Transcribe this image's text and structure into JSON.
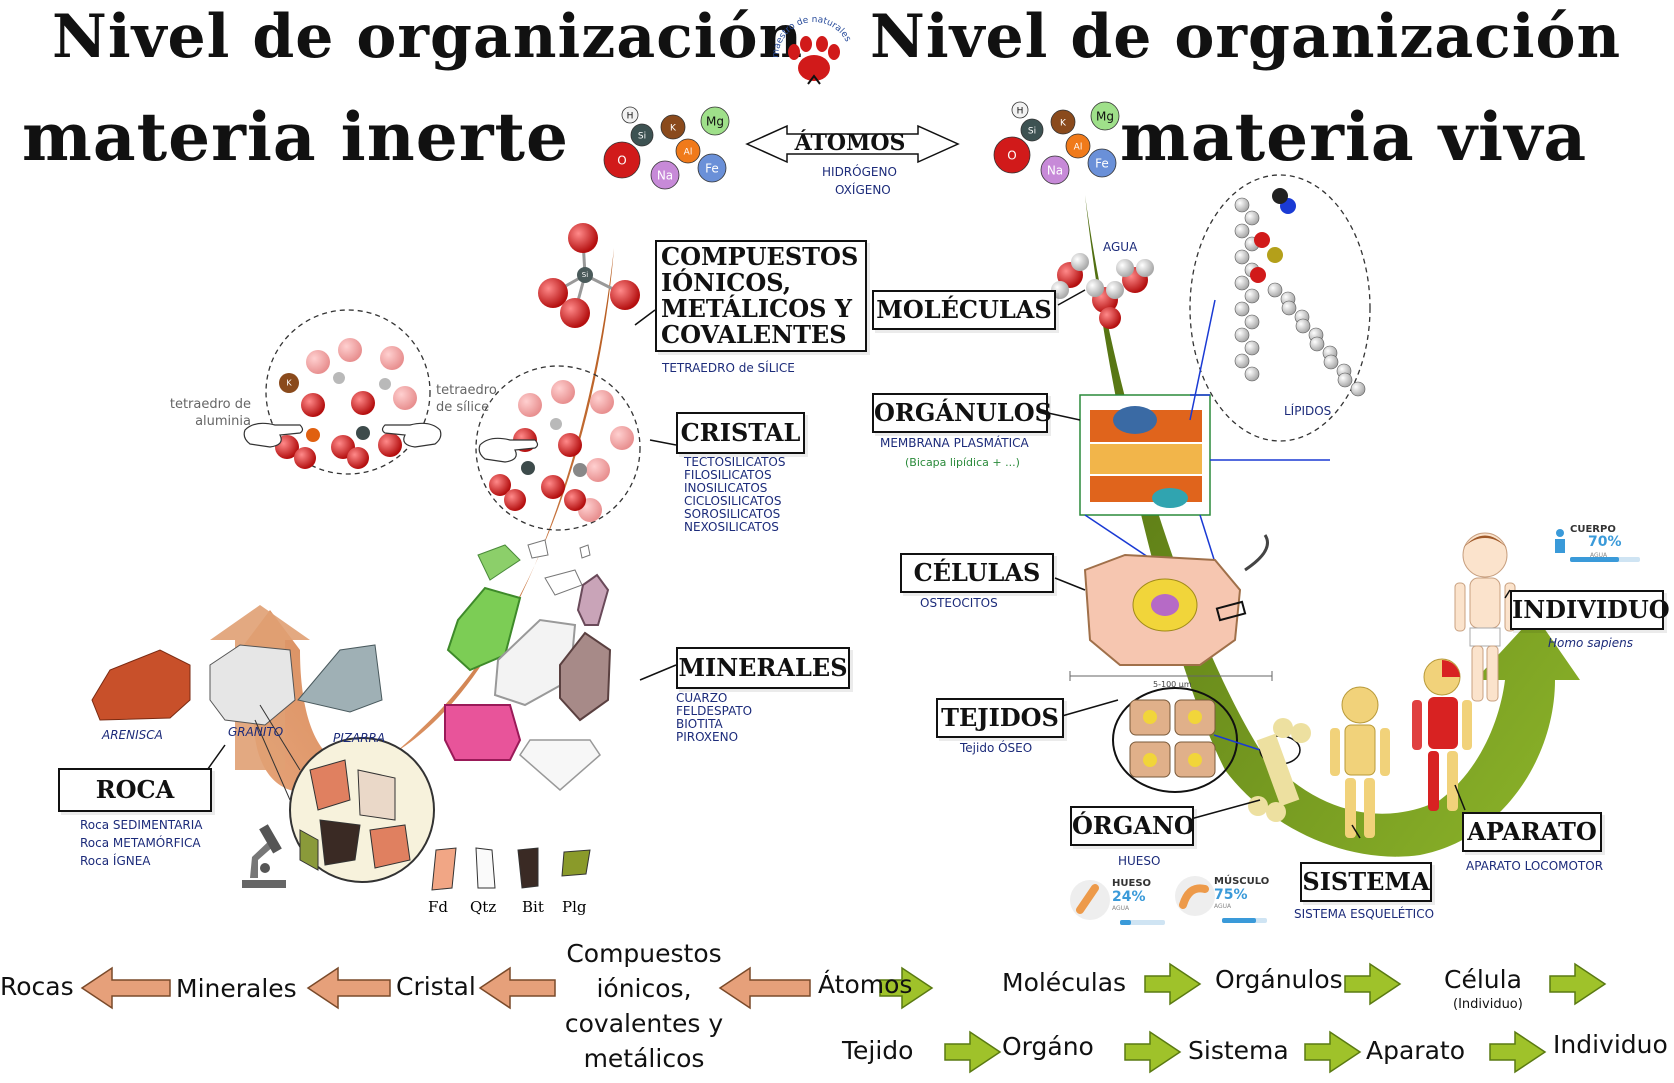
{
  "titles": {
    "left_line1": "Nivel de organización",
    "left_line2": "materia inerte",
    "right_line1": "Nivel de organización",
    "right_line2": "materia viva"
  },
  "logo_text": "maestro de naturales",
  "atoms": {
    "label": "ÁTOMOS",
    "sub1": "HIDRÓGENO",
    "sub2": "OXÍGENO",
    "symbols": [
      "H",
      "Si",
      "K",
      "Mg",
      "O",
      "Al",
      "Na",
      "Fe"
    ]
  },
  "inert": {
    "compuestos": {
      "label": "COMPUESTOS IÓNICOS, METÁLICOS Y COVALENTES",
      "sub": "TETRAEDRO de SÍLICE"
    },
    "cristal": {
      "label": "CRISTAL",
      "subs": [
        "TECTOSILICATOS",
        "FILOSILICATOS",
        "INOSILICATOS",
        "CICLOSILICATOS",
        "SOROSILICATOS",
        "NEXOSILICATOS"
      ]
    },
    "minerales": {
      "label": "MINERALES",
      "subs": [
        "CUARZO",
        "FELDESPATO",
        "BIOTITA",
        "PIROXENO"
      ]
    },
    "roca": {
      "label": "ROCA",
      "subs": [
        "Roca SEDIMENTARIA",
        "Roca METAMÓRFICA",
        "Roca ÍGNEA"
      ]
    },
    "rock_names": [
      "ARENISCA",
      "GRANITO",
      "PIZARRA"
    ],
    "mineral_abbr": [
      "Fd",
      "Qtz",
      "Bit",
      "Plg"
    ],
    "tetra_alumina": "tetraedro de aluminia",
    "tetra_silice": "tetraedro de sílice"
  },
  "living": {
    "agua": "AGUA",
    "moleculas": {
      "label": "MOLÉCULAS"
    },
    "organulos": {
      "label": "ORGÁNULOS",
      "sub1": "MEMBRANA PLASMÁTICA",
      "sub2": "(Bicapa lipídica + ...)"
    },
    "lipidos": "LÍPIDOS",
    "celulas": {
      "label": "CÉLULAS",
      "sub": "OSTEOCITOS"
    },
    "scale": "5-100 μm",
    "tejidos": {
      "label": "TEJIDOS",
      "sub": "Tejido ÓSEO"
    },
    "organo": {
      "label": "ÓRGANO",
      "sub": "HUESO"
    },
    "sistema": {
      "label": "SISTEMA",
      "sub": "SISTEMA ESQUELÉTICO"
    },
    "aparato": {
      "label": "APARATO",
      "sub": "APARATO LOCOMOTOR"
    },
    "individuo": {
      "label": "INDIVIDUO",
      "sub": "Homo sapiens"
    },
    "water_stats": [
      {
        "name": "CUERPO",
        "value": "70%",
        "unit": "AGUA",
        "fraction": 0.7
      },
      {
        "name": "HUESO",
        "value": "24%",
        "unit": "AGUA",
        "fraction": 0.24
      },
      {
        "name": "MÚSCULO",
        "value": "75%",
        "unit": "AGUA",
        "fraction": 0.75
      }
    ]
  },
  "bottom_flow": {
    "inert_chain": [
      "Rocas",
      "Minerales",
      "Cristal"
    ],
    "compuestos_lines": [
      "Compuestos",
      "iónicos,",
      "covalentes y",
      "metálicos"
    ],
    "atomos": "Átomos",
    "living_row1": [
      "Moléculas",
      "Orgánulos",
      "Célula"
    ],
    "celula_note": "(Individuo)",
    "living_row2": [
      "Tejido",
      "Orgáno",
      "Sistema",
      "Aparato",
      "Individuo"
    ]
  },
  "colors": {
    "inert_arrow": "#c46a2c",
    "living_arrow_dark": "#5a7a12",
    "living_arrow_light": "#8fb82a",
    "oxygen": "#d11a1a",
    "sub_text": "#1c2b7a",
    "water_stat": "#3a9ad9"
  }
}
